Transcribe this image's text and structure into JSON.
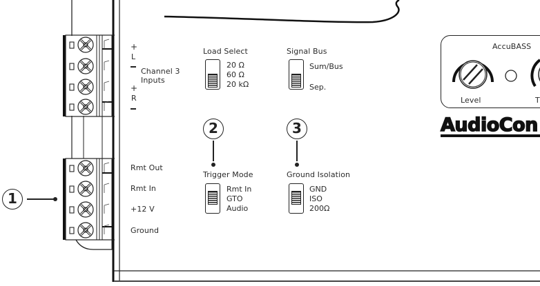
{
  "channel_inputs": {
    "left_label": "L",
    "right_label": "R",
    "plus": "+",
    "minus": "−",
    "title_line1": "Channel 3",
    "title_line2": "Inputs"
  },
  "power_terminal": {
    "labels": [
      "Rmt Out",
      "Rmt In",
      "+12 V",
      "Ground"
    ]
  },
  "switches": {
    "load_select": {
      "title": "Load Select",
      "options": [
        "20 Ω",
        "60 Ω",
        "20 kΩ"
      ],
      "selected": "20 kΩ"
    },
    "signal_bus": {
      "title": "Signal Bus",
      "options": [
        "Sum/Bus",
        "Sep."
      ],
      "selected": "Sep."
    },
    "trigger_mode": {
      "title": "Trigger Mode",
      "options": [
        "Rmt In",
        "GTO",
        "Audio"
      ],
      "selected": "GTO"
    },
    "ground_isolation": {
      "title": "Ground Isolation",
      "options": [
        "GND",
        "ISO",
        "200Ω"
      ],
      "selected": "ISO"
    }
  },
  "callouts": [
    "1",
    "2",
    "3"
  ],
  "accubass": {
    "title": "AccuBASS",
    "level_label": "Level",
    "second_label_partial": "T"
  },
  "brand": {
    "logo_text": "AudioCon"
  }
}
